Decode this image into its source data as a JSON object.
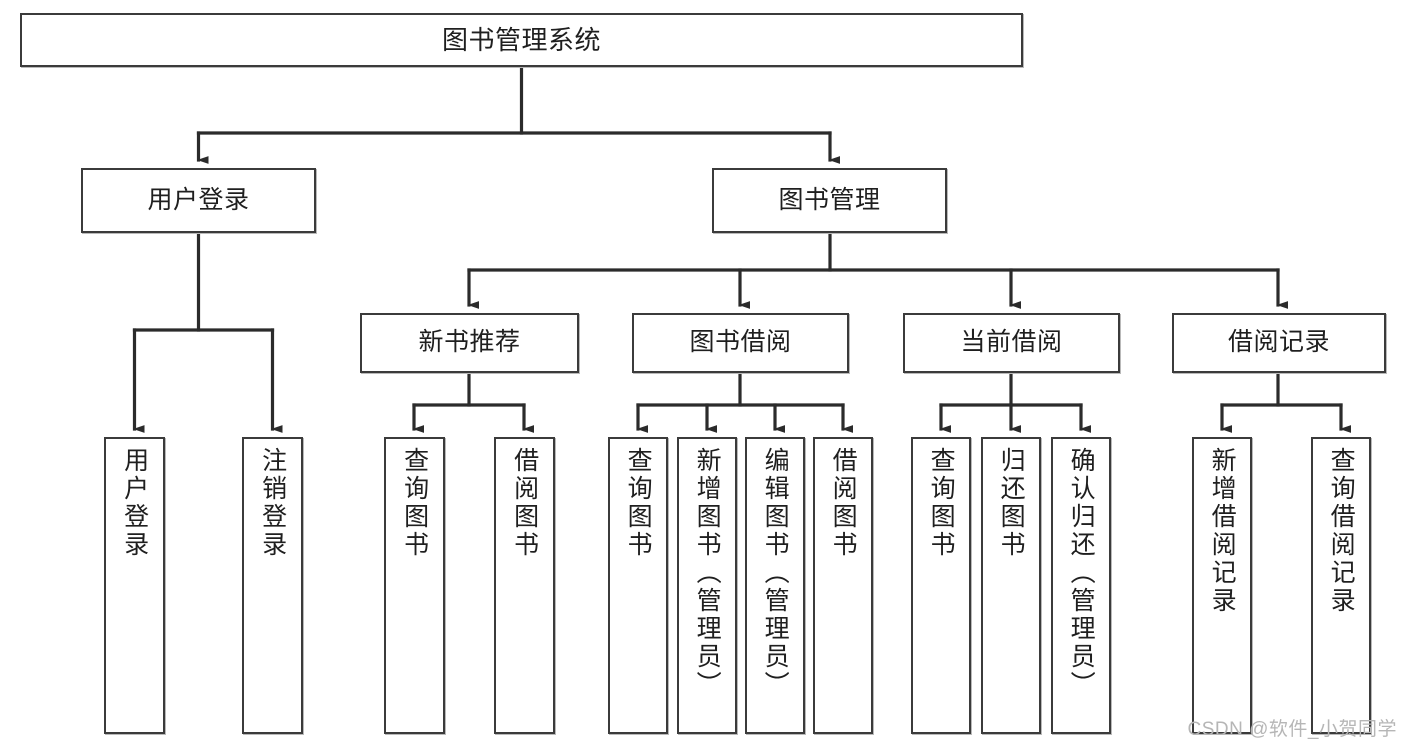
{
  "diagram": {
    "title": "图书管理系统",
    "type": "tree-hierarchy-diagram",
    "colors": {
      "box_border": "#3b3b3b",
      "box_fill": "#ffffff",
      "connector": "#2b2b2b",
      "text": "#1f1f1f",
      "watermark": "#b6b6b6",
      "background": "#ffffff"
    },
    "root": {
      "label": "图书管理系统"
    },
    "level2": [
      {
        "id": "user-login",
        "label": "用户登录"
      },
      {
        "id": "book-manage",
        "label": "图书管理"
      }
    ],
    "level3": [
      {
        "id": "new-book-recommend",
        "label": "新书推荐"
      },
      {
        "id": "book-borrow",
        "label": "图书借阅"
      },
      {
        "id": "current-borrow",
        "label": "当前借阅"
      },
      {
        "id": "borrow-record",
        "label": "借阅记录"
      }
    ],
    "leaves": {
      "user_login": [
        {
          "id": "leaf-user-login",
          "label": "用户登录"
        },
        {
          "id": "leaf-user-logout",
          "label": "注销登录"
        }
      ],
      "new_book_recommend": [
        {
          "id": "leaf-query-book-1",
          "label": "查询图书"
        },
        {
          "id": "leaf-borrow-book-1",
          "label": "借阅图书"
        }
      ],
      "book_borrow": [
        {
          "id": "leaf-query-book-2",
          "label": "查询图书"
        },
        {
          "id": "leaf-add-book",
          "label": "新增图书（管理员）"
        },
        {
          "id": "leaf-edit-book",
          "label": "编辑图书（管理员）"
        },
        {
          "id": "leaf-borrow-book-2",
          "label": "借阅图书"
        }
      ],
      "current_borrow": [
        {
          "id": "leaf-query-book-3",
          "label": "查询图书"
        },
        {
          "id": "leaf-return-book",
          "label": "归还图书"
        },
        {
          "id": "leaf-confirm-return",
          "label": "确认归还（管理员）"
        }
      ],
      "borrow_record": [
        {
          "id": "leaf-add-record",
          "label": "新增借阅记录"
        },
        {
          "id": "leaf-query-record",
          "label": "查询借阅记录"
        }
      ]
    }
  },
  "watermark": {
    "text": "CSDN @软件_小贺同学"
  }
}
